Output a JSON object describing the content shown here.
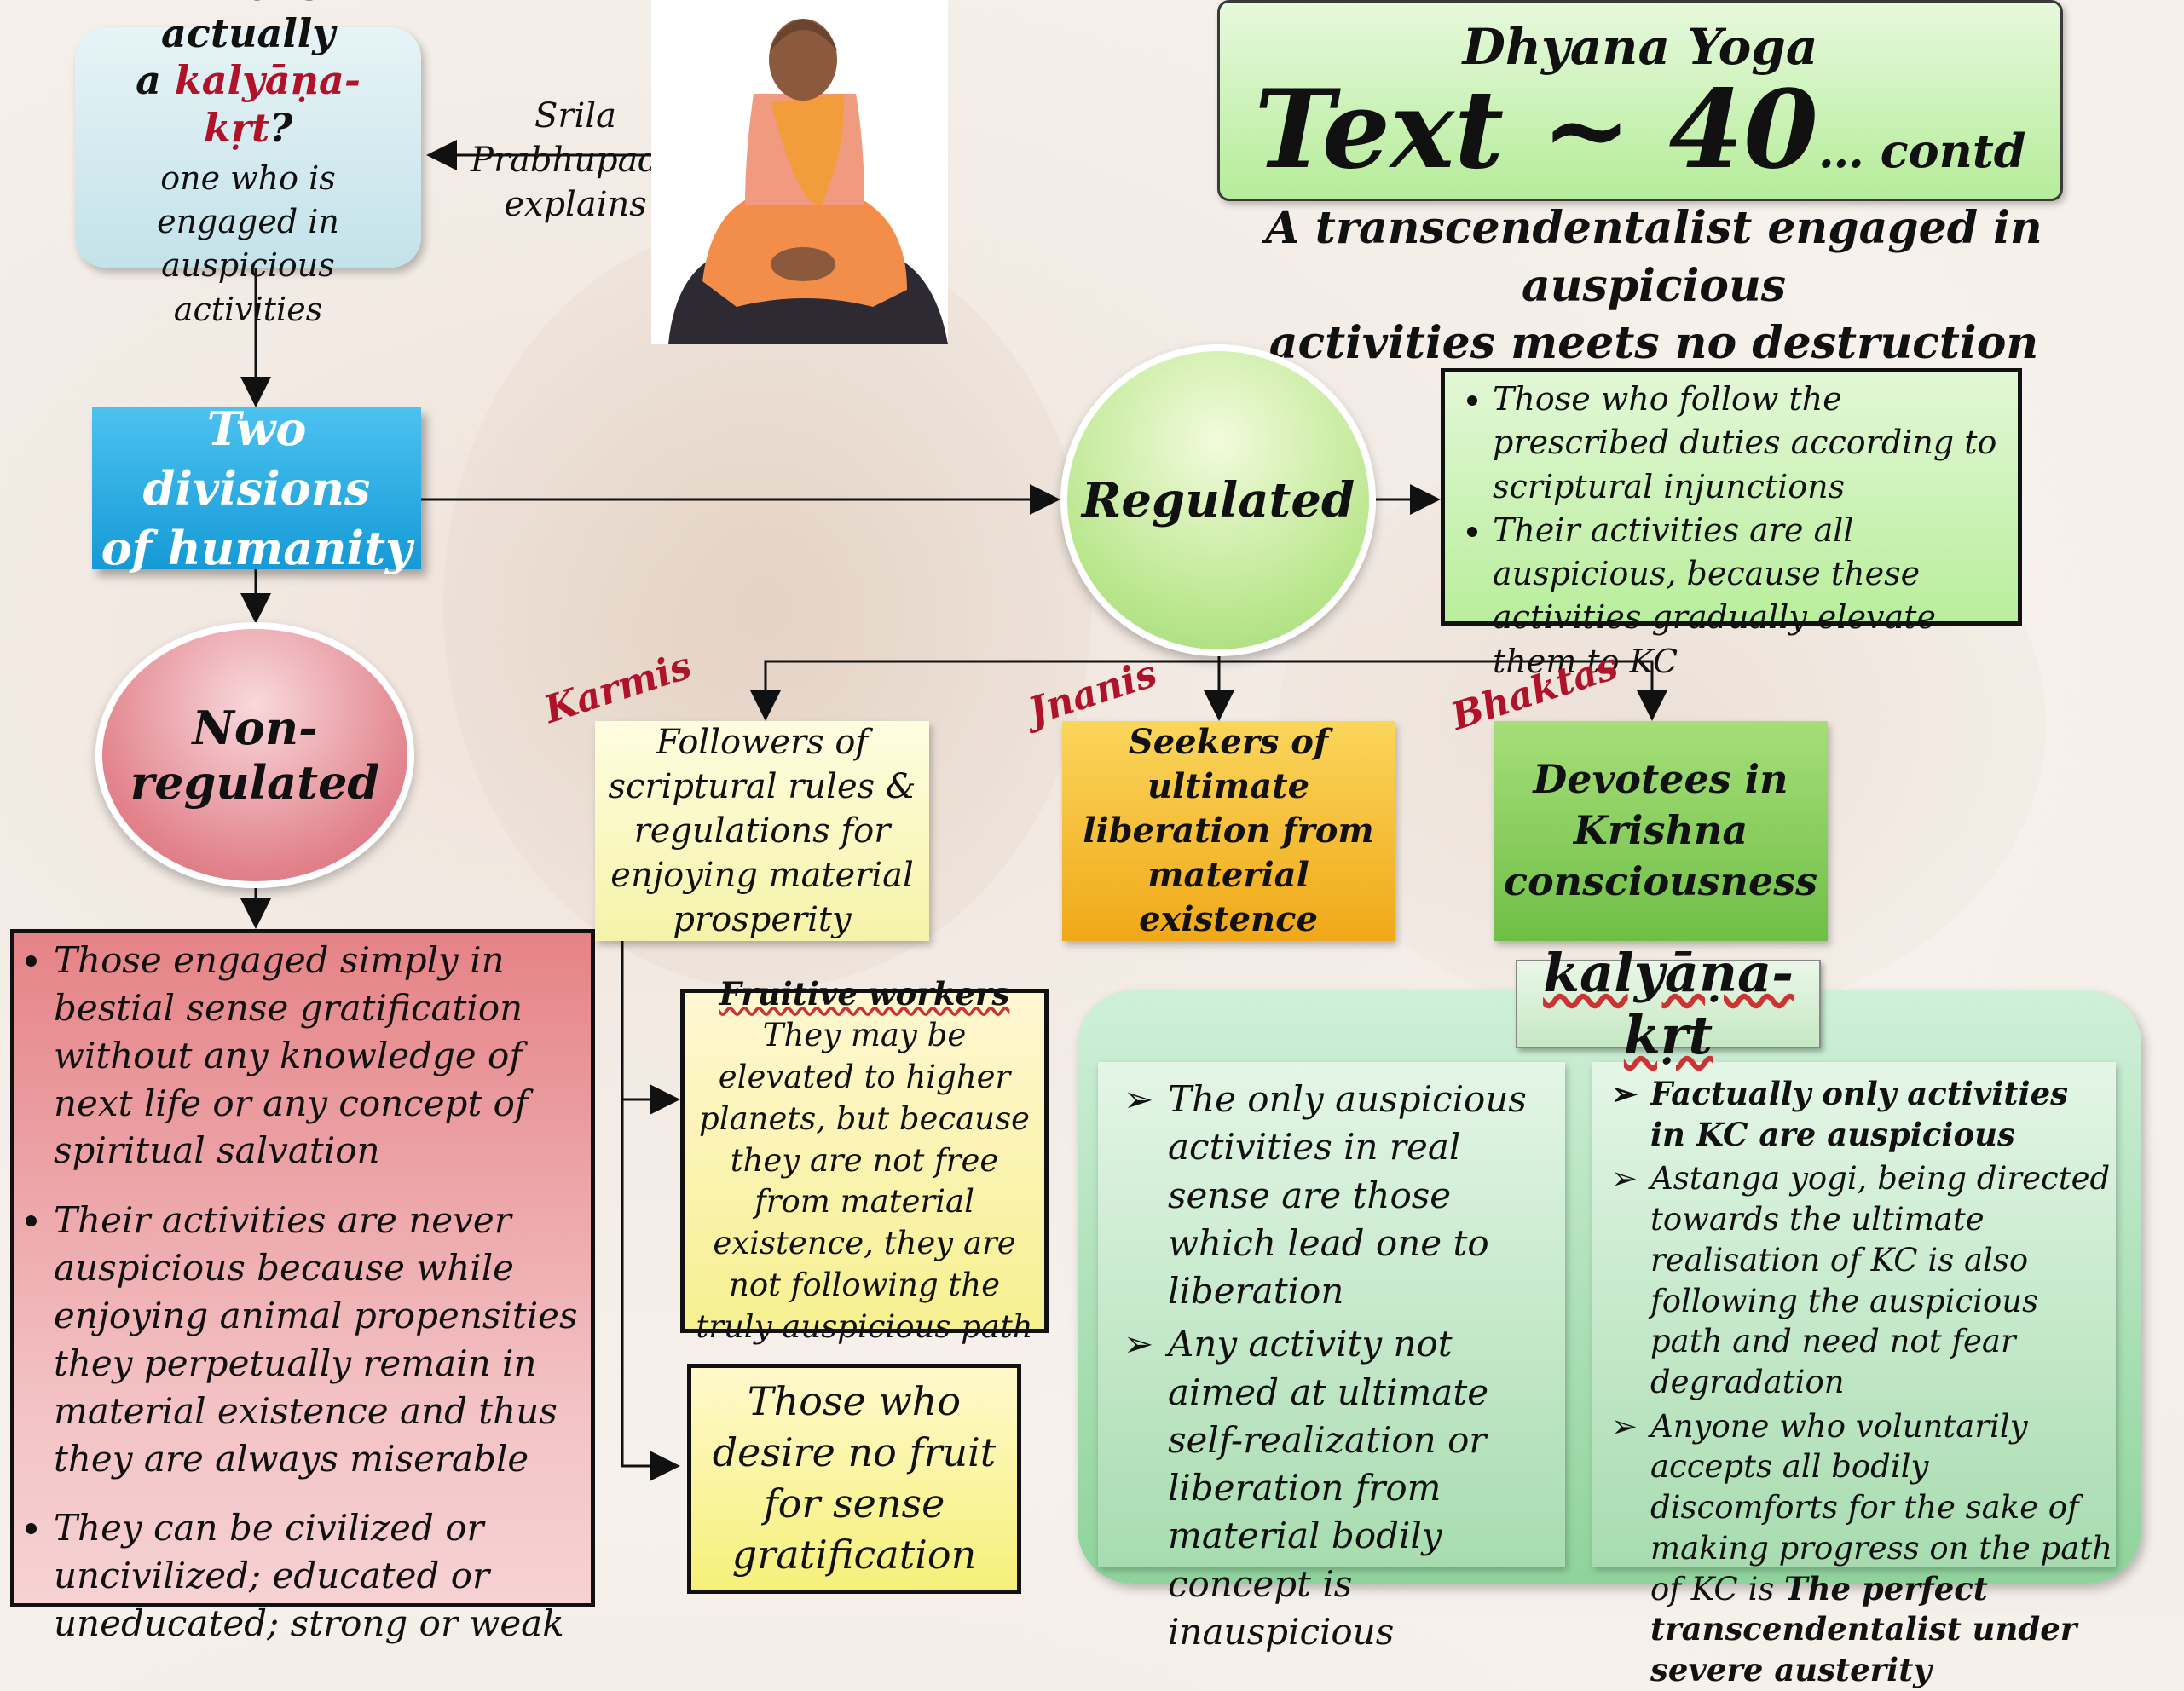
{
  "question": {
    "line1": "Who is actually",
    "line2_prefix": "a ",
    "line2_term": "kalyāṇa-kṛt",
    "line2_suffix": "?",
    "answer": "one who is engaged in auspicious activities"
  },
  "prabhupada": {
    "line1": "Srila Prabhupada",
    "line2": "explains"
  },
  "header": {
    "title1": "Dhyana Yoga",
    "title2": "Text ~ 40",
    "title2_suffix": "… contd",
    "subtitle_line1": "A transcendentalist engaged in auspicious",
    "subtitle_line2": "activities meets no destruction"
  },
  "divisions": {
    "line1": "Two divisions",
    "line2": "of humanity"
  },
  "regulated": {
    "label": "Regulated",
    "points": [
      "Those who follow the prescribed duties according to scriptural injunctions",
      "Their activities are all auspicious, because these activities gradually elevate them to KC"
    ]
  },
  "non_regulated": {
    "label": "Non-regulated",
    "points": [
      "Those engaged simply in bestial sense gratification without any knowledge of next life or any concept of spiritual salvation",
      "Their activities are never auspicious because while enjoying animal propensities they perpetually remain in material existence and thus they are always miserable",
      "They can be civilized or uncivilized; educated or uneducated; strong or weak"
    ]
  },
  "karmis": {
    "label": "Karmis",
    "text": "Followers of scriptural rules & regulations for enjoying material prosperity"
  },
  "jnanis": {
    "label": "Jnanis",
    "text": "Seekers of ultimate liberation from material existence"
  },
  "bhaktas": {
    "label": "Bhaktas",
    "text": "Devotees in Krishna consciousness"
  },
  "fruitive": {
    "heading": "Fruitive workers",
    "text": "They may be elevated to higher planets, but because they are not free from material existence, they are not following the truly auspicious path"
  },
  "no_fruit": {
    "text": "Those who desire no fruit for sense gratification"
  },
  "kalyana": {
    "title": "kalyāṇa-kṛt",
    "left_points": [
      "The only auspicious activities in real sense are those which lead one to liberation",
      "Any activity not aimed at ultimate self-realization or liberation from material bodily concept is inauspicious"
    ],
    "right_point1": "Factually only activities in KC are auspicious",
    "right_point2": "Astanga yogi, being directed towards the ultimate realisation of KC is also following the auspicious path and need not fear degradation",
    "right_point3_text": "Anyone who voluntarily accepts all bodily discomforts for the sake of making progress on the path of KC is ",
    "right_point3_bold": "The perfect transcendentalist under severe austerity"
  },
  "colors": {
    "accent_red": "#b0122a",
    "blue_box": "#159ad6",
    "green": "#8fd39c",
    "pink": "#e58387",
    "yellow": "#f6f090",
    "orange": "#f0a818"
  }
}
